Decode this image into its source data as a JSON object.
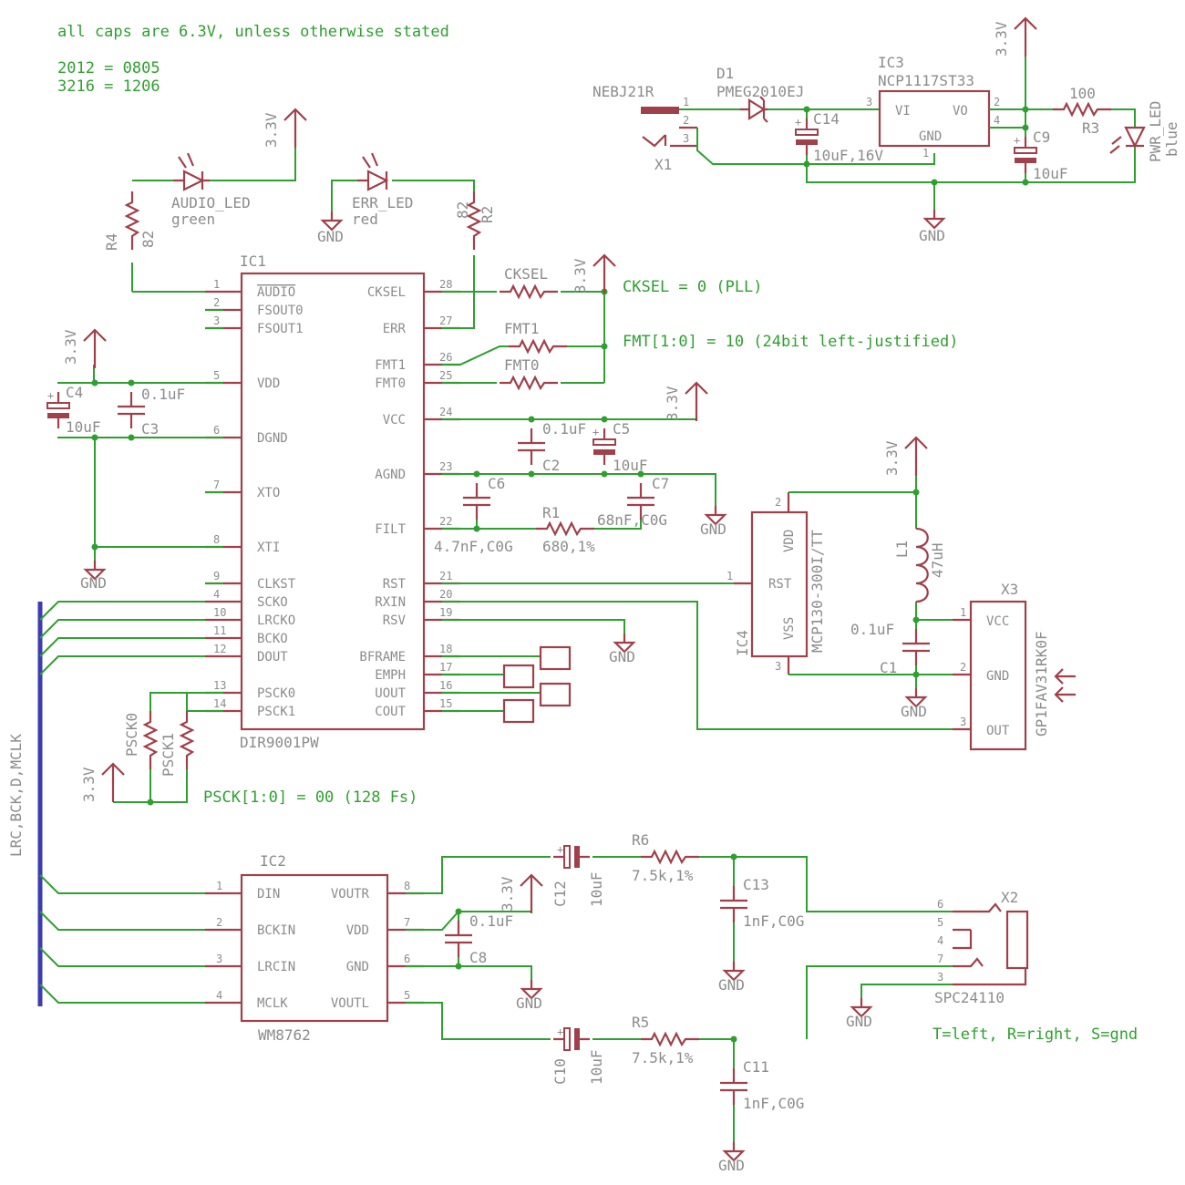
{
  "notes": {
    "caps": "all caps are 6.3V, unless otherwise stated",
    "size1": "2012 = 0805",
    "size2": "3216 = 1206",
    "cksel": "CKSEL = 0 (PLL)",
    "fmt": "FMT[1:0] = 10 (24bit left-justified)",
    "psck": "PSCK[1:0] = 00 (128 Fs)",
    "jack": "T=left, R=right, S=gnd"
  },
  "power": {
    "v33": "3.3V",
    "gnd": "GND"
  },
  "bus": {
    "label": "LRC,BCK,D,MCLK"
  },
  "ic1": {
    "ref": "IC1",
    "part": "DIR9001PW",
    "left_pins": [
      {
        "num": "1",
        "name": "AUDIO"
      },
      {
        "num": "2",
        "name": "FSOUT0"
      },
      {
        "num": "3",
        "name": "FSOUT1"
      },
      {
        "num": "5",
        "name": "VDD"
      },
      {
        "num": "6",
        "name": "DGND"
      },
      {
        "num": "7",
        "name": "XTO"
      },
      {
        "num": "8",
        "name": "XTI"
      },
      {
        "num": "9",
        "name": "CLKST"
      },
      {
        "num": "4",
        "name": "SCKO"
      },
      {
        "num": "10",
        "name": "LRCKO"
      },
      {
        "num": "11",
        "name": "BCKO"
      },
      {
        "num": "12",
        "name": "DOUT"
      },
      {
        "num": "13",
        "name": "PSCK0"
      },
      {
        "num": "14",
        "name": "PSCK1"
      }
    ],
    "right_pins": [
      {
        "num": "28",
        "name": "CKSEL"
      },
      {
        "num": "27",
        "name": "ERR"
      },
      {
        "num": "26",
        "name": "FMT1"
      },
      {
        "num": "25",
        "name": "FMT0"
      },
      {
        "num": "24",
        "name": "VCC"
      },
      {
        "num": "23",
        "name": "AGND"
      },
      {
        "num": "22",
        "name": "FILT"
      },
      {
        "num": "21",
        "name": "RST"
      },
      {
        "num": "20",
        "name": "RXIN"
      },
      {
        "num": "19",
        "name": "RSV"
      },
      {
        "num": "18",
        "name": "BFRAME"
      },
      {
        "num": "17",
        "name": "EMPH"
      },
      {
        "num": "16",
        "name": "UOUT"
      },
      {
        "num": "15",
        "name": "COUT"
      }
    ]
  },
  "ic2": {
    "ref": "IC2",
    "part": "WM8762",
    "left_pins": [
      {
        "num": "1",
        "name": "DIN"
      },
      {
        "num": "2",
        "name": "BCKIN"
      },
      {
        "num": "3",
        "name": "LRCIN"
      },
      {
        "num": "4",
        "name": "MCLK"
      }
    ],
    "right_pins": [
      {
        "num": "8",
        "name": "VOUTR"
      },
      {
        "num": "7",
        "name": "VDD"
      },
      {
        "num": "6",
        "name": "GND"
      },
      {
        "num": "5",
        "name": "VOUTL"
      }
    ]
  },
  "ic3": {
    "ref": "IC3",
    "part": "NCP1117ST33",
    "pins": {
      "vi": "VI",
      "vo": "VO",
      "gnd": "GND",
      "n3": "3",
      "n2": "2",
      "n4": "4",
      "n1": "1"
    }
  },
  "ic4": {
    "ref": "IC4",
    "part": "MCP130-300I/TT",
    "pins": {
      "vdd": "VDD",
      "rst": "RST",
      "vss": "VSS",
      "n2": "2",
      "n1": "1",
      "n3": "3"
    }
  },
  "x1": {
    "ref": "X1",
    "part": "NEBJ21R",
    "n1": "1",
    "n2": "2",
    "n3": "3"
  },
  "x2": {
    "ref": "X2",
    "part": "SPC24110",
    "pins": [
      "6",
      "5",
      "4",
      "7",
      "3"
    ]
  },
  "x3": {
    "ref": "X3",
    "part": "GP1FAV31RK0F",
    "pins": [
      {
        "num": "1",
        "name": "VCC"
      },
      {
        "num": "2",
        "name": "GND"
      },
      {
        "num": "3",
        "name": "OUT"
      }
    ]
  },
  "d1": {
    "ref": "D1",
    "part": "PMEG2010EJ"
  },
  "leds": {
    "audio": {
      "name": "AUDIO_LED",
      "color": "green"
    },
    "err": {
      "name": "ERR_LED",
      "color": "red"
    },
    "pwr": {
      "name": "PWR_LED",
      "color": "blue"
    }
  },
  "resistors": {
    "r1": {
      "ref": "R1",
      "value": "680,1%"
    },
    "r2": {
      "ref": "R2",
      "value": "82"
    },
    "r3": {
      "ref": "R3",
      "value": "100"
    },
    "r4": {
      "ref": "R4",
      "value": "82"
    },
    "r5": {
      "ref": "R5",
      "value": "7.5k,1%"
    },
    "r6": {
      "ref": "R6",
      "value": "7.5k,1%"
    },
    "cksel": "CKSEL",
    "fmt1": "FMT1",
    "fmt0": "FMT0",
    "psck0": "PSCK0",
    "psck1": "PSCK1"
  },
  "caps": {
    "c1": {
      "ref": "C1",
      "value": "0.1uF"
    },
    "c2": {
      "ref": "C2",
      "value": "0.1uF"
    },
    "c3": {
      "ref": "C3",
      "value": "0.1uF"
    },
    "c4": {
      "ref": "C4",
      "value": "10uF"
    },
    "c5": {
      "ref": "C5",
      "value": "10uF"
    },
    "c6": {
      "ref": "C6",
      "value": "4.7nF,C0G"
    },
    "c7": {
      "ref": "C7",
      "value": "68nF,C0G"
    },
    "c8": {
      "ref": "C8",
      "value": "0.1uF"
    },
    "c9": {
      "ref": "C9",
      "value": "10uF"
    },
    "c10": {
      "ref": "C10",
      "value": "10uF"
    },
    "c11": {
      "ref": "C11",
      "value": "1nF,C0G"
    },
    "c12": {
      "ref": "C12",
      "value": "10uF"
    },
    "c13": {
      "ref": "C13",
      "value": "1nF,C0G"
    },
    "c14": {
      "ref": "C14",
      "value": "10uF,16V"
    }
  },
  "inductor": {
    "ref": "L1",
    "value": "47uH"
  },
  "colors": {
    "symbol": "#a0404a",
    "wire": "#2f9f2f",
    "bus": "#3c3cb4",
    "text": "#8c8c8c"
  }
}
